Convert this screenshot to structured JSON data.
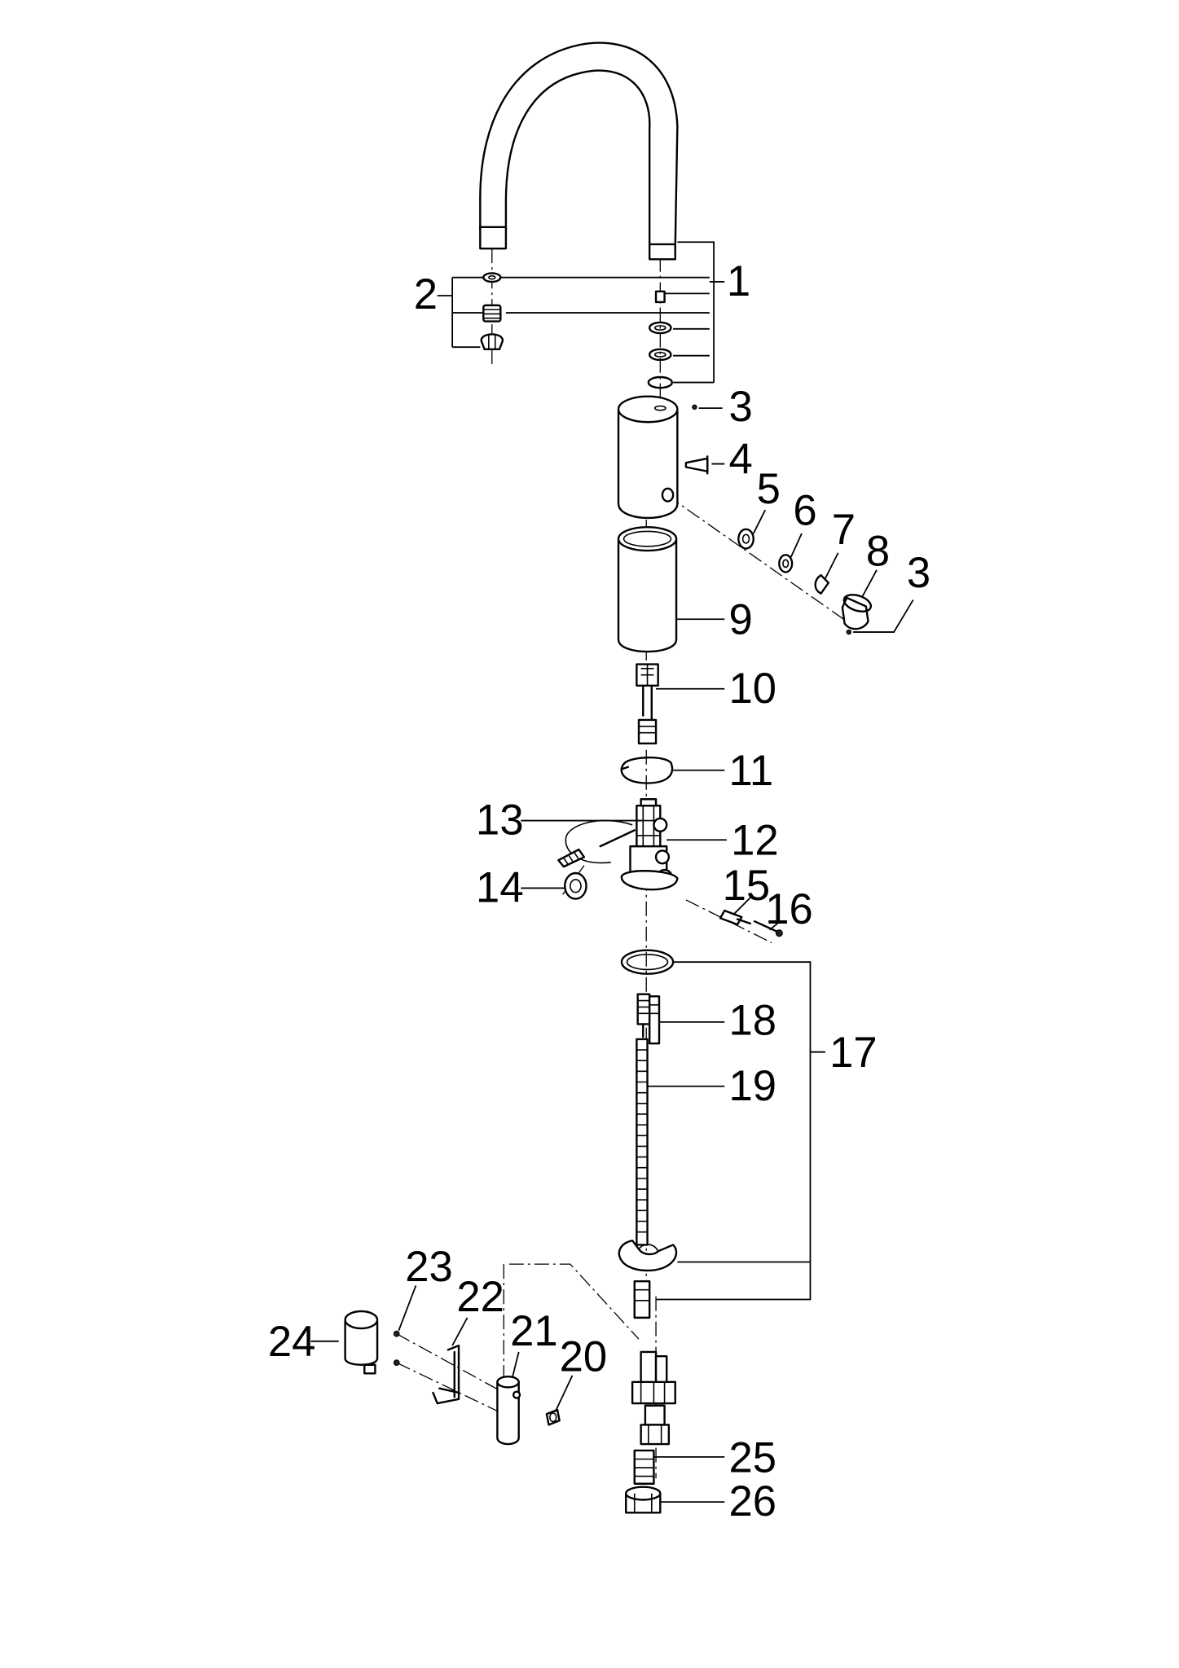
{
  "colors": {
    "ink": "#000000",
    "paper": "#ffffff"
  },
  "callouts": {
    "c1": "1",
    "c2": "2",
    "c3a": "3",
    "c3b": "3",
    "c4": "4",
    "c5": "5",
    "c6": "6",
    "c7": "7",
    "c8": "8",
    "c9": "9",
    "c10": "10",
    "c11": "11",
    "c12": "12",
    "c13": "13",
    "c14": "14",
    "c15": "15",
    "c16": "16",
    "c17": "17",
    "c18": "18",
    "c19": "19",
    "c20": "20",
    "c21": "21",
    "c22": "22",
    "c23": "23",
    "c24": "24",
    "c25": "25",
    "c26": "26"
  }
}
